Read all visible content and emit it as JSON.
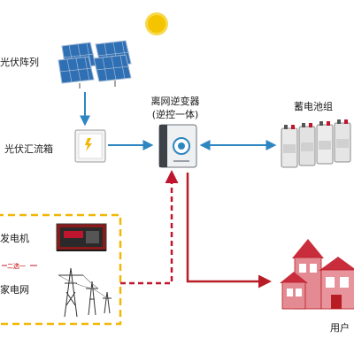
{
  "labels": {
    "pv_array": "光伏阵列",
    "combiner_box": "光伏汇流箱",
    "inverter_title": "离网逆变器",
    "inverter_subtitle": "(逆控一体)",
    "battery_bank": "蓄电池组",
    "generator": "发电机",
    "either_or": "二选一",
    "grid": "家电网",
    "user": "用户"
  },
  "colors": {
    "dc_flow": "#2e86c1",
    "backup_dashed": "#c0152f",
    "ac_output": "#b81d25",
    "backup_box_border": "#f2b705",
    "sun": "#f5c400",
    "solar_panel": "#2f6fb3",
    "house": "#e38a93",
    "house_roof": "#c92d3c"
  },
  "icons": {
    "sun": "sun-icon",
    "pv_array": "solar-panel-icon",
    "combiner_box": "combiner-box-icon",
    "inverter": "inverter-icon",
    "battery_bank": "battery-icon",
    "generator": "generator-icon",
    "grid": "power-tower-icon",
    "user": "house-icon"
  }
}
